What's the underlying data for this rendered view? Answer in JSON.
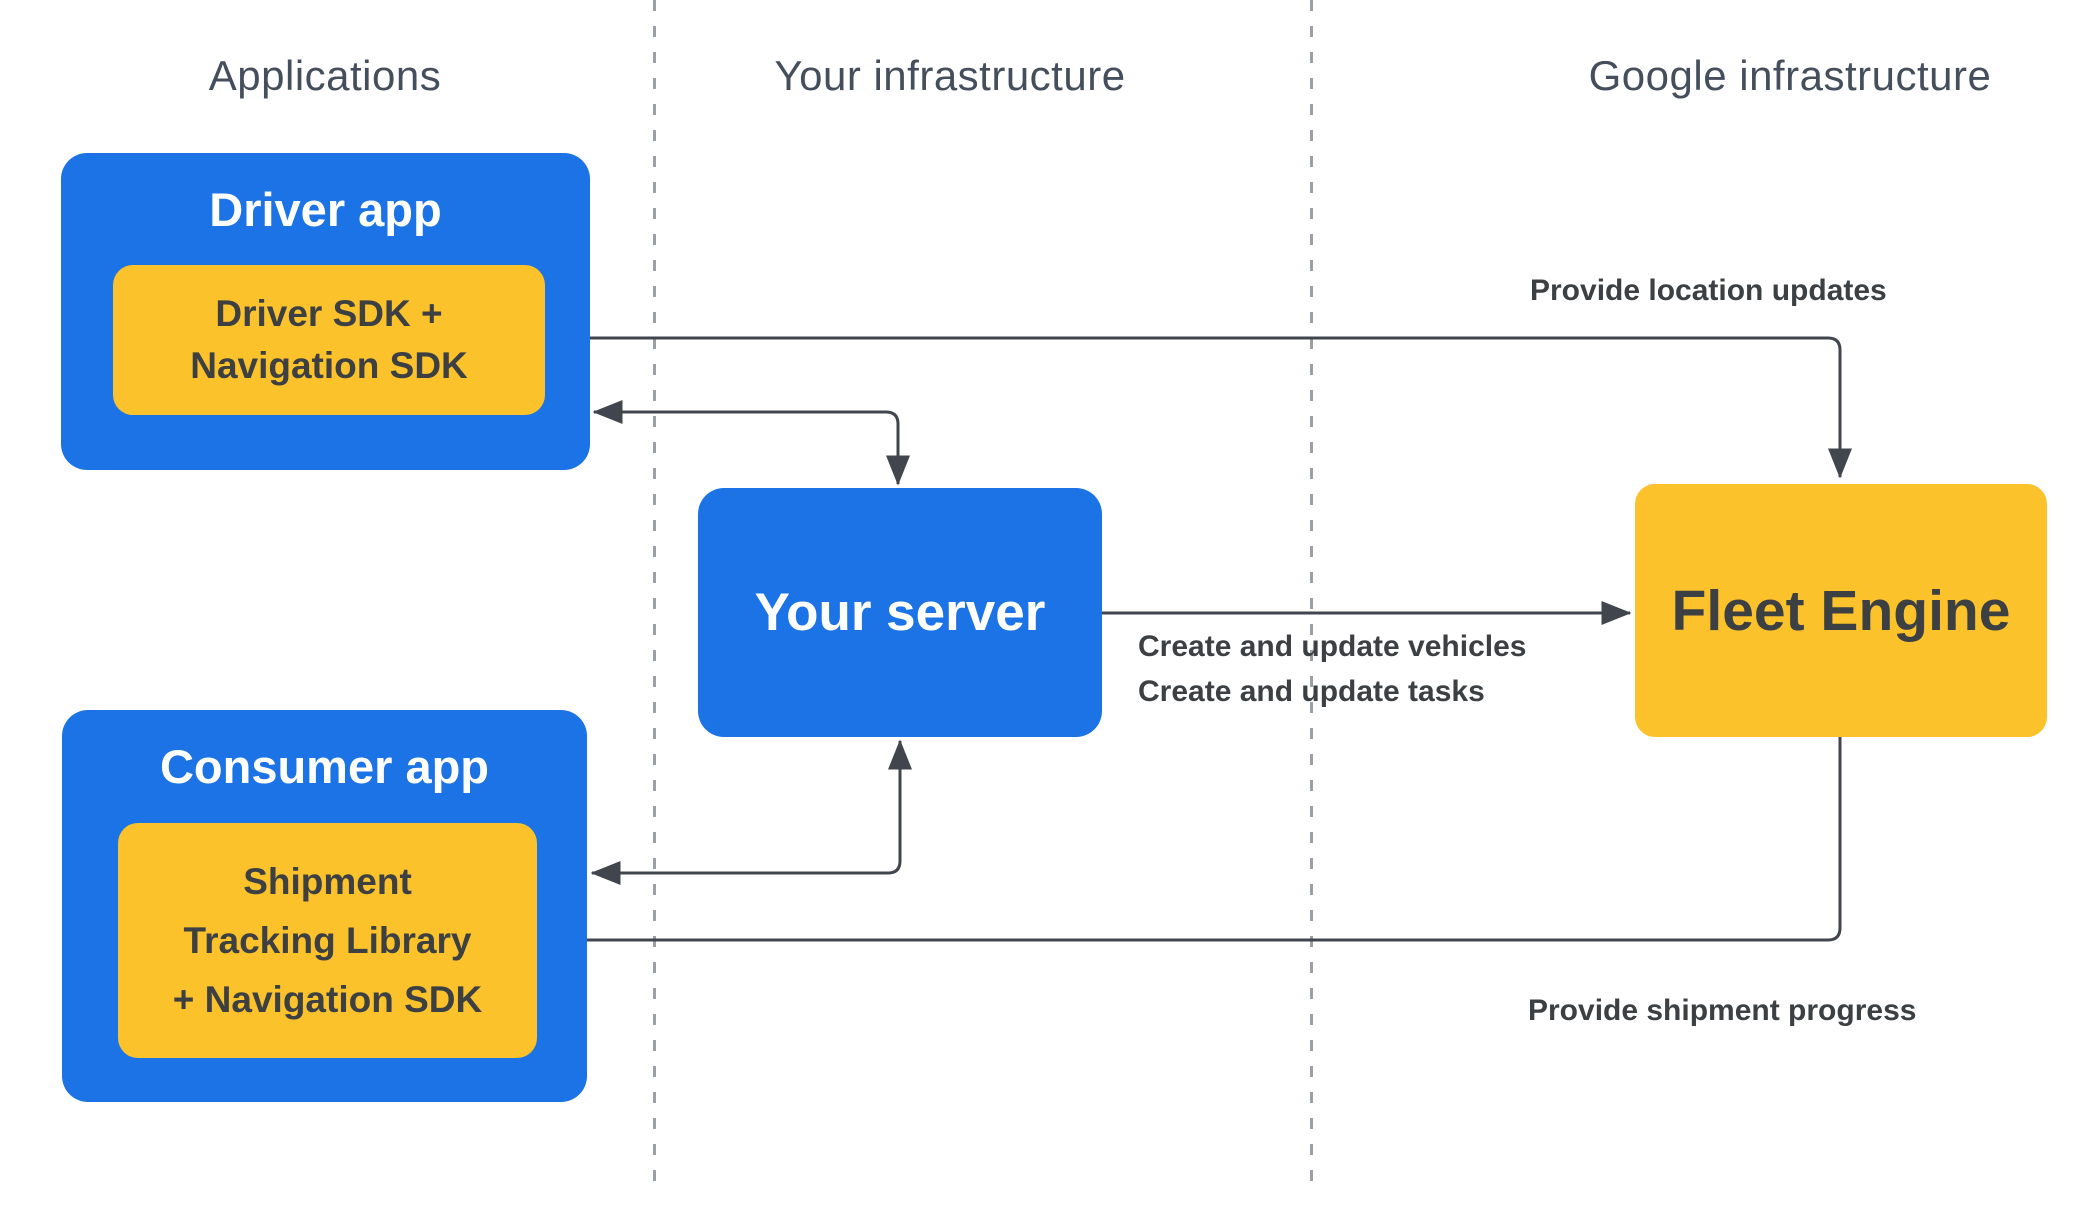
{
  "lanes": {
    "applications": "Applications",
    "your_infrastructure": "Your infrastructure",
    "google_infrastructure": "Google infrastructure"
  },
  "nodes": {
    "driver_app": {
      "title": "Driver app",
      "sdk_lines": [
        "Driver SDK +",
        "Navigation SDK"
      ]
    },
    "consumer_app": {
      "title": "Consumer app",
      "sdk_lines": [
        "Shipment",
        "Tracking Library",
        "+ Navigation SDK"
      ]
    },
    "your_server": {
      "title": "Your server"
    },
    "fleet_engine": {
      "title": "Fleet Engine"
    }
  },
  "edges": {
    "location_updates": {
      "label": "Provide location updates"
    },
    "create_update": {
      "lines": [
        "Create and update vehicles",
        "Create and update tasks"
      ]
    },
    "shipment_progress": {
      "label": "Provide shipment progress"
    }
  },
  "colors": {
    "app_blue": "#1b73e5",
    "sdk_yellow": "#fcc22b",
    "arrow_dark": "#40454e",
    "label_text": "#3c4043",
    "header_text": "#454e5c",
    "divider_gray": "#9aa0a6"
  }
}
